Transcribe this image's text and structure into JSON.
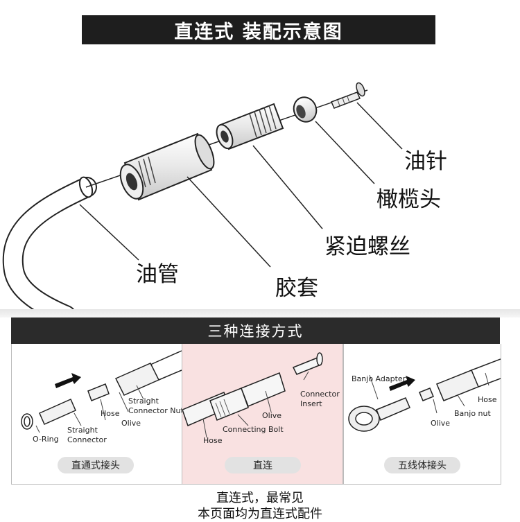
{
  "header": {
    "title": "直连式 装配示意图"
  },
  "main_labels": {
    "pin": "油针",
    "olive": "橄榄头",
    "compression_bolt": "紧迫螺丝",
    "hose": "油管",
    "sleeve": "胶套"
  },
  "connection_types": {
    "title": "三种连接方式",
    "panels": [
      {
        "caption": "直通式接头",
        "labels": {
          "o_ring": "O-Ring",
          "straight_connector": "Straight\nConnector",
          "hose": "Hose",
          "olive": "Olive",
          "straight_connector_nut": "Straight\nConnector Nut"
        }
      },
      {
        "caption": "直连",
        "labels": {
          "hose": "Hose",
          "connecting_bolt": "Connecting Bolt",
          "olive": "Olive",
          "connector_insert": "Connector\nInsert"
        }
      },
      {
        "caption": "五线体接头",
        "labels": {
          "banjo_adapter": "Banjo Adapter",
          "olive": "Olive",
          "banjo_nut": "Banjo nut",
          "hose": "Hose"
        }
      }
    ]
  },
  "footer": {
    "line1": "直连式，最常见",
    "line2": "本页面均为直连式配件"
  },
  "colors": {
    "banner": "#1e1e1e",
    "panel_highlight": "#f9e1e1"
  }
}
